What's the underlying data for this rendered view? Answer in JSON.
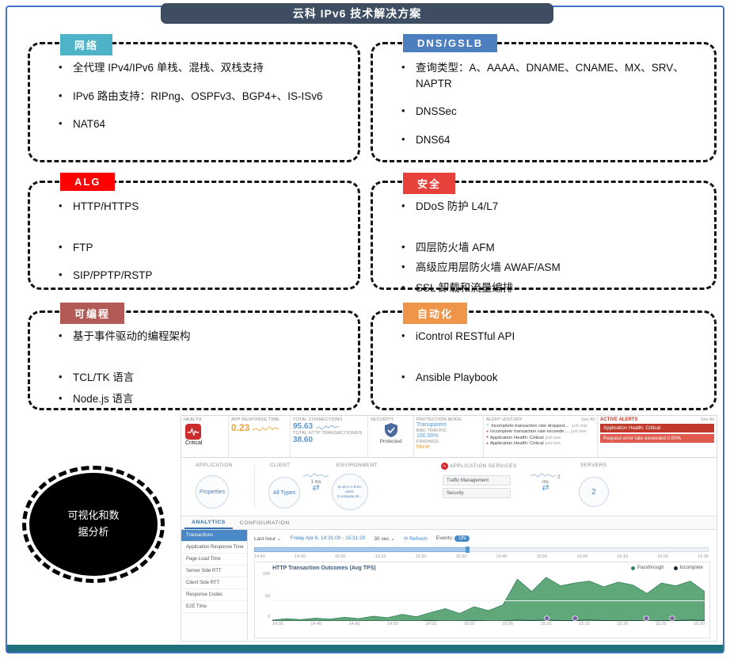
{
  "title": "云科 IPv6 技术解决方案",
  "ellipse_label": "可视化和数据分析",
  "icons": {
    "chevron_down": "⌄",
    "refresh": "⟳",
    "check": "✓",
    "dot": "●",
    "swap_arrows": "⇄",
    "f5": "f5"
  },
  "boxes": [
    {
      "label": "网络",
      "color": "#4eb3c6",
      "items": [
        "全代理 IPv4/IPv6 单栈、混栈、双栈支持",
        "IPv6 路由支持：RIPng、OSPFv3、BGP4+、IS-ISv6",
        "NAT64"
      ]
    },
    {
      "label": "DNS/GSLB",
      "color": "#4d7ebf",
      "items": [
        "查询类型：A、AAAA、DNAME、CNAME、MX、SRV、NAPTR",
        "DNSSec",
        "DNS64"
      ]
    },
    {
      "label": "ALG",
      "color": "#fe0000",
      "items": [
        "HTTP/HTTPS",
        "FTP",
        "SIP/PPTP/RSTP"
      ]
    },
    {
      "label": "安全",
      "color": "#e8403a",
      "items": [
        "DDoS 防护 L4/L7",
        "四层防火墙 AFM",
        "高级应用层防火墙 AWAF/ASM",
        "SSL 卸载和流量编排"
      ]
    },
    {
      "label": "可编程",
      "color": "#b25b56",
      "items": [
        "基于事件驱动的编程架构",
        "TCL/TK 语言",
        "Node.js 语言"
      ]
    },
    {
      "label": "自动化",
      "color": "#ef9549",
      "items": [
        "iControl RESTful API",
        "Ansible Playbook"
      ]
    }
  ],
  "dashboard": {
    "stats": {
      "health_label": "HEALTH",
      "health_status": "Critical",
      "app_response_label": "APP RESPONSE TIME",
      "app_response_value": "0.23",
      "total_connections_label": "TOTAL CONNECTIONS",
      "total_connections_value": "95.63",
      "total_http_label": "TOTAL HTTP TRANSACTIONS/S",
      "total_http_value": "38.60",
      "security_label": "SECURITY",
      "security_status": "Protected",
      "protection_mode_label": "PROTECTION MODE",
      "protection_mode_value": "Transparent",
      "bad_traffic_label": "BAD TRAFFIC",
      "bad_traffic_value": "100.00%",
      "findings_label": "FINDINGS",
      "findings_value": "None"
    },
    "alert_history": {
      "label": "ALERT HISTORY",
      "see_all": "See All",
      "items": [
        {
          "text": "Incomplete transaction rate dropped below 0…",
          "time": "just now",
          "type": "ok"
        },
        {
          "text": "Incomplete transaction rate exceeded 0.01%",
          "time": "just now",
          "type": "alert"
        },
        {
          "text": "Application Health: Critical",
          "time": "just now",
          "type": "alert"
        },
        {
          "text": "Application Health: Critical",
          "time": "just now",
          "type": "alert"
        }
      ]
    },
    "active_alerts": {
      "label": "ACTIVE ALERTS",
      "see_all": "See All",
      "items": [
        "Application Health: Critical",
        "Request error rate exceeded 0.00%"
      ]
    },
    "topology": {
      "application_label": "APPLICATION",
      "application_node": "Properties",
      "client_label": "CLIENT",
      "client_node": "All Types",
      "client_latency": "1 ms",
      "environment_label": "ENVIRONMENT",
      "environment_node": "ip-10-1-1-8-us-west-2.compute.int…",
      "services_label": "APPLICATION SERVICES",
      "services": [
        "Traffic Management",
        "Security"
      ],
      "server_latency": "2 ms",
      "servers_label": "SERVERS",
      "servers_node": "2"
    },
    "tabs": {
      "analytics": "ANALYTICS",
      "configuration": "CONFIGURATION"
    },
    "sidebar": [
      "Transactions",
      "Application Response Time",
      "Page Load Time",
      "Server Side RTT",
      "Client Side RTT",
      "Response Codes",
      "E2E Time"
    ],
    "timebar": {
      "preset": "Last hour",
      "range": "Friday Apr 6, 14:31:00 - 15:31:20",
      "interval": "30 sec",
      "refresh": "Refresh",
      "events_label": "Events:",
      "events_state": "ON",
      "ticks": [
        "14:40",
        "14:50",
        "15:00",
        "15:10",
        "15:20",
        "15:30",
        "15:40",
        "15:50",
        "16:00",
        "16:10",
        "16:20",
        "16:30"
      ]
    },
    "chart_data": {
      "type": "area",
      "title": "HTTP Transaction Outcomes (Avg TPS)",
      "ylim": [
        0,
        100
      ],
      "yticks": [
        0,
        50,
        100
      ],
      "x_labels": [
        "14:35",
        "14:40",
        "14:45",
        "14:50",
        "14:55",
        "15:00",
        "15:05",
        "15:10",
        "15:15",
        "15:20",
        "15:25",
        "15:30"
      ],
      "legend": [
        {
          "name": "Passthrough",
          "color": "#2e8b57"
        },
        {
          "name": "Incomplete",
          "color": "#1b2a3a"
        }
      ],
      "series": [
        {
          "name": "Passthrough",
          "color": "#4f9d6b",
          "values": [
            2,
            5,
            3,
            6,
            4,
            8,
            5,
            10,
            7,
            14,
            9,
            18,
            26,
            16,
            30,
            22,
            34,
            88,
            62,
            92,
            74,
            80,
            84,
            72,
            82,
            76,
            58,
            80,
            74,
            84,
            62
          ]
        },
        {
          "name": "Incomplete",
          "color": "#1b2a3a",
          "values": [
            0,
            0,
            0,
            0,
            0,
            0,
            0,
            0,
            0,
            0,
            0,
            1,
            0,
            0,
            1,
            0,
            0,
            2,
            1,
            2,
            1,
            1,
            2,
            1,
            1,
            1,
            0,
            1,
            1,
            2,
            1
          ]
        }
      ],
      "events_x_fraction": [
        0.635,
        0.7,
        0.865,
        0.925
      ]
    }
  }
}
